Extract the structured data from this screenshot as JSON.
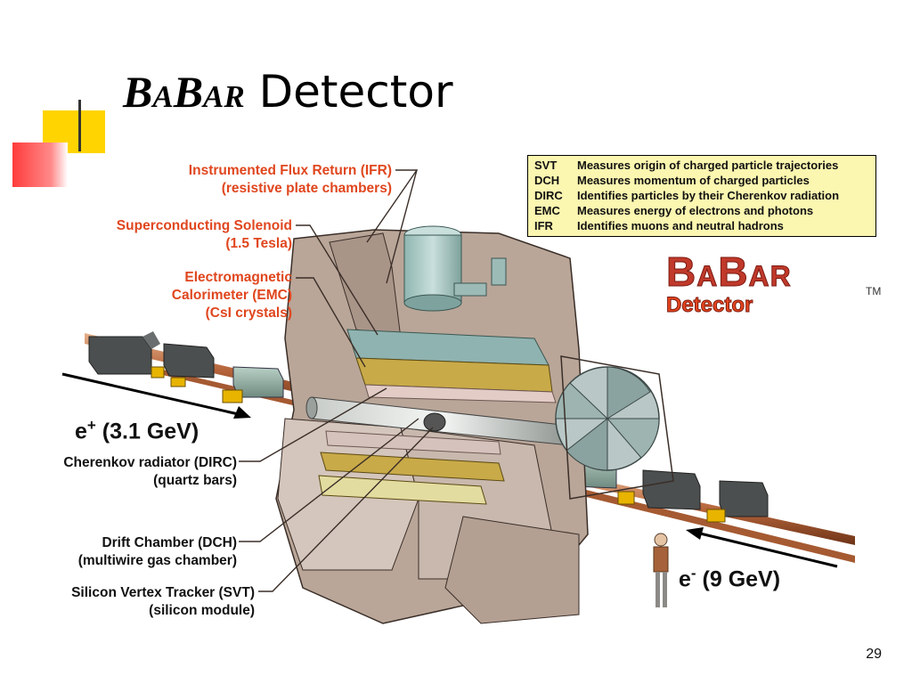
{
  "slide": {
    "title_babar": "BaBar",
    "title_rest": " Detector",
    "page_number": "29"
  },
  "labels": {
    "ifr_line1": "Instrumented Flux Return (IFR)",
    "ifr_line2": "(resistive plate chambers)",
    "solenoid_line1": "Superconducting Solenoid",
    "solenoid_line2": "(1.5 Tesla)",
    "emc_line1": "Electromagnetic",
    "emc_line2": "Calorimeter (EMC)",
    "emc_line3": "(CsI crystals)",
    "dirc_line1": "Cherenkov radiator (DIRC)",
    "dirc_line2": "(quartz bars)",
    "dch_line1": "Drift Chamber (DCH)",
    "dch_line2": "(multiwire gas chamber)",
    "svt_line1": "Silicon Vertex Tracker (SVT)",
    "svt_line2": "(silicon module)"
  },
  "beams": {
    "positron_particle": "e",
    "positron_charge": "+",
    "positron_energy": " (3.1 GeV)",
    "electron_particle": "e",
    "electron_charge": "-",
    "electron_energy": " (9 GeV)"
  },
  "legend": {
    "rows": [
      {
        "abbr": "SVT",
        "desc": "Measures origin of charged particle trajectories"
      },
      {
        "abbr": "DCH",
        "desc": "Measures momentum of charged particles"
      },
      {
        "abbr": "DIRC",
        "desc": "Identifies particles by their Cherenkov radiation"
      },
      {
        "abbr": "EMC",
        "desc": "Measures energy of electrons and photons"
      },
      {
        "abbr": "IFR",
        "desc": "Identifies muons and neutral hadrons"
      }
    ]
  },
  "logo": {
    "main": "BaBar",
    "tm": "TM",
    "sub": "Detector"
  },
  "colors": {
    "label_red": "#e0461e",
    "legend_bg": "#fbf6b0",
    "accent_yellow": "#ffd400",
    "accent_red": "#ff3b3b"
  }
}
